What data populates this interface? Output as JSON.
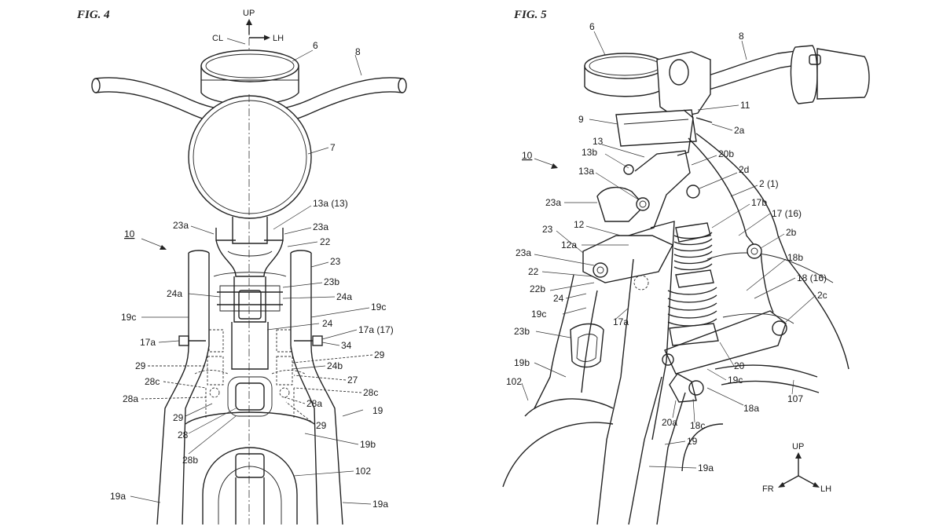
{
  "fig4": {
    "title": "FIG. 4",
    "axis": {
      "up": "UP",
      "cl": "CL",
      "lh": "LH"
    },
    "refs": {
      "r6": "6",
      "r8": "8",
      "r7": "7",
      "r13a13": "13a (13)",
      "r23a_l": "23a",
      "r23a_r": "23a",
      "r22": "22",
      "r10": "10",
      "r23": "23",
      "r23b": "23b",
      "r24a_l": "24a",
      "r24a_r": "24a",
      "r19c_l": "19c",
      "r19c_r": "19c",
      "r24": "24",
      "r17a17": "17a (17)",
      "r17a": "17a",
      "r34": "34",
      "r29_l1": "29",
      "r29_r1": "29",
      "r24b": "24b",
      "r27": "27",
      "r28c_l": "28c",
      "r28c_r": "28c",
      "r28a_l": "28a",
      "r28a_r": "28a",
      "r19": "19",
      "r29_l2": "29",
      "r29_r2": "29",
      "r28": "28",
      "r19b": "19b",
      "r28b": "28b",
      "r102": "102",
      "r19a_l": "19a",
      "r19a_r": "19a"
    }
  },
  "fig5": {
    "title": "FIG. 5",
    "axis": {
      "up": "UP",
      "fr": "FR",
      "lh": "LH"
    },
    "refs": {
      "r6": "6",
      "r8": "8",
      "r11": "11",
      "r9": "9",
      "r2a": "2a",
      "r10": "10",
      "r13b": "13b",
      "r13": "13",
      "r20b": "20b",
      "r13a": "13a",
      "r2d": "2d",
      "r21": "2 (1)",
      "r23a_1": "23a",
      "r17b": "17b",
      "r1716": "17 (16)",
      "r12": "12",
      "r23": "23",
      "r2b": "2b",
      "r12a": "12a",
      "r23a_2": "23a",
      "r18b": "18b",
      "r22": "22",
      "r22b": "22b",
      "r1816": "18 (16)",
      "r24": "24",
      "r2c": "2c",
      "r19c_1": "19c",
      "r17a": "17a",
      "r23b": "23b",
      "r20": "20",
      "r19b": "19b",
      "r19c_2": "19c",
      "r102": "102",
      "r107": "107",
      "r18a": "18a",
      "r20a": "20a",
      "r18c": "18c",
      "r19": "19",
      "r19a": "19a"
    }
  }
}
